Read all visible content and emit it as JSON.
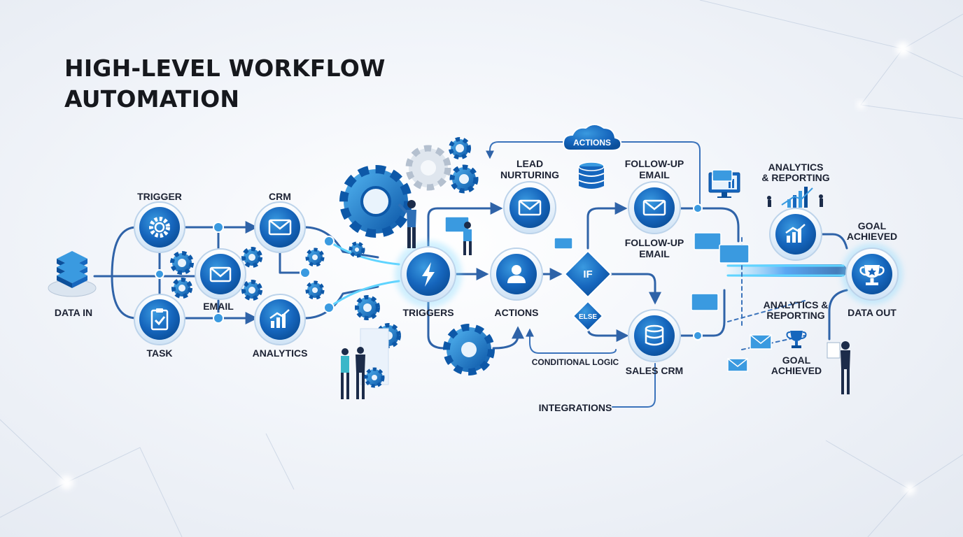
{
  "title": {
    "line1": "HIGH-LEVEL WORKFLOW",
    "line2": "AUTOMATION"
  },
  "colors": {
    "node_dark": "#0b4f9a",
    "node_light": "#3a9ae0",
    "flow": "#2f63a8",
    "glow": "#5fd4ff"
  },
  "nodes": {
    "data_in": {
      "label": "DATA IN",
      "icon": "server-stack-icon"
    },
    "trigger": {
      "label": "TRIGGER",
      "icon": "gear-icon"
    },
    "email": {
      "label": "EMAIL",
      "icon": "email-icon"
    },
    "task": {
      "label": "TASK",
      "icon": "clipboard-check-icon"
    },
    "crm": {
      "label": "CRM",
      "icon": "envelope-icon"
    },
    "analytics": {
      "label": "ANALYTICS",
      "icon": "bar-chart-icon"
    },
    "triggers": {
      "label": "TRIGGERS",
      "icon": "lightning-icon"
    },
    "lead_nurturing": {
      "line1": "LEAD",
      "line2": "NURTURING",
      "icon": "envelope-icon"
    },
    "actions": {
      "label": "ACTIONS",
      "icon": "user-icon"
    },
    "actions_cloud": {
      "label": "ACTIONS",
      "icon": "cloud-icon"
    },
    "database": {
      "icon": "database-icon"
    },
    "follow_up_email_top": {
      "line1": "FOLLOW-UP",
      "line2": "EMAIL"
    },
    "follow_up_email_bottom": {
      "line1": "FOLLOW-UP",
      "line2": "EMAIL",
      "icon": "envelope-icon"
    },
    "if_node": {
      "label": "IF"
    },
    "else_node": {
      "label": "ELSE"
    },
    "conditional_logic": {
      "label": "CONDITIONAL LOGIC"
    },
    "sales_crm": {
      "label": "SALES CRM",
      "icon": "database-icon"
    },
    "integrations": {
      "label": "INTEGRATIONS"
    },
    "analytics_reporting_top": {
      "line1": "ANALYTICS",
      "line2": "& REPORTING",
      "icon": "bar-chart-icon"
    },
    "analytics_reporting_bottom": {
      "line1": "ANALYTICS &",
      "line2": "REPORTING"
    },
    "goal_achieved_top": {
      "line1": "GOAL",
      "line2": "ACHIEVED"
    },
    "goal_achieved_bottom": {
      "line1": "GOAL",
      "line2": "ACHIEVED",
      "icon": "trophy-icon"
    },
    "data_out": {
      "label": "DATA OUT",
      "icon": "trophy-icon"
    }
  }
}
